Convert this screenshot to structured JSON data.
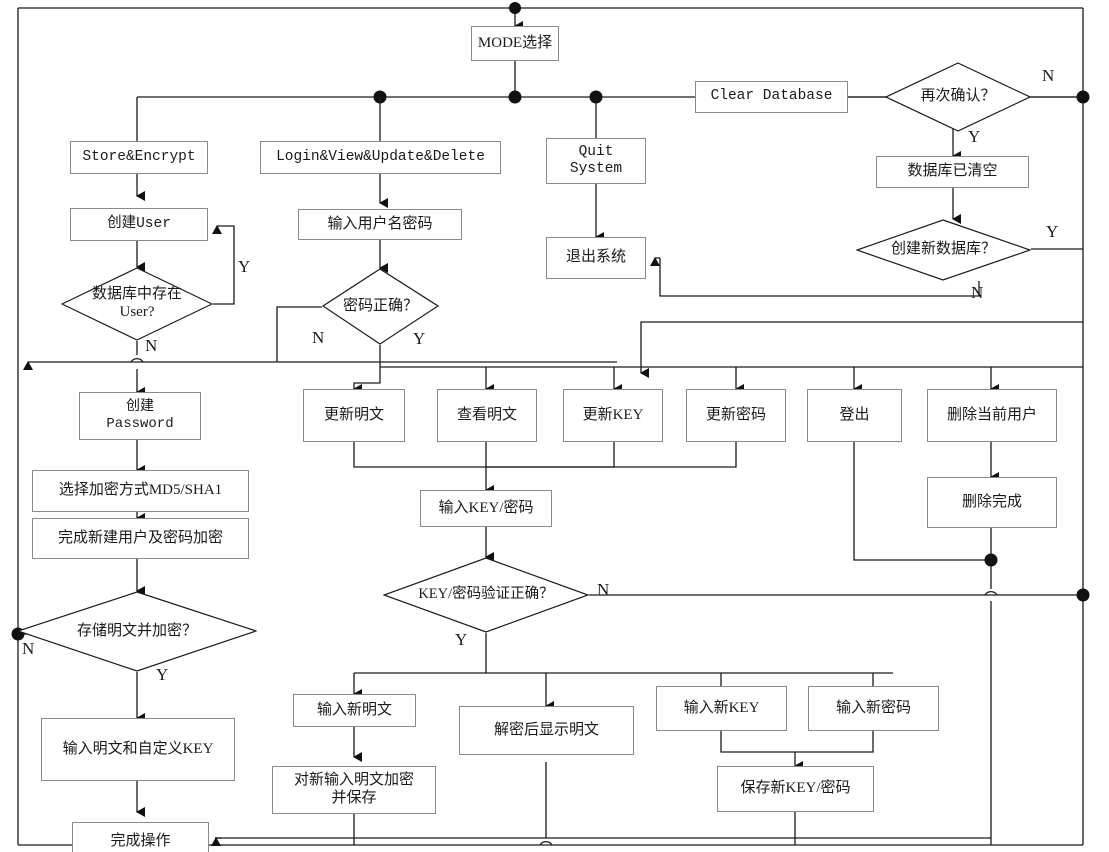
{
  "diagram": {
    "title": "Password Manager System Flowchart",
    "nodes": [
      {
        "id": "mode",
        "label": "MODE选择"
      },
      {
        "id": "clear_db",
        "label": "Clear Database"
      },
      {
        "id": "confirm",
        "label": "再次确认？"
      },
      {
        "id": "db_cleared",
        "label": "数据库已清空"
      },
      {
        "id": "create_newdb",
        "label": "创建新数据库？"
      },
      {
        "id": "store_enc",
        "label": "Store&Encrypt"
      },
      {
        "id": "login_view",
        "label": "Login&View&Update&Delete"
      },
      {
        "id": "quit_system",
        "label": "Quit\nSystem"
      },
      {
        "id": "create_user",
        "label": "创建User"
      },
      {
        "id": "input_userpw",
        "label": "输入用户名密码"
      },
      {
        "id": "exit_system",
        "label": "退出系统"
      },
      {
        "id": "user_exists",
        "label": "数据库中存在\nUser?"
      },
      {
        "id": "pw_correct",
        "label": "密码正确？"
      },
      {
        "id": "create_pw",
        "label": "创建\nPassword"
      },
      {
        "id": "update_plain",
        "label": "更新明文"
      },
      {
        "id": "view_plain",
        "label": "查看明文"
      },
      {
        "id": "update_key",
        "label": "更新KEY"
      },
      {
        "id": "update_pw",
        "label": "更新密码"
      },
      {
        "id": "logout",
        "label": "登出"
      },
      {
        "id": "delete_user",
        "label": "删除当前用户"
      },
      {
        "id": "choose_enc",
        "label": "选择加密方式MD5/SHA1"
      },
      {
        "id": "input_keypw",
        "label": "输入KEY/密码"
      },
      {
        "id": "delete_done",
        "label": "删除完成"
      },
      {
        "id": "finish_newuser",
        "label": "完成新建用户及密码加密"
      },
      {
        "id": "verify_keypw",
        "label": "KEY/密码验证正确？"
      },
      {
        "id": "store_plain_enc",
        "label": "存储明文并加密？"
      },
      {
        "id": "input_newplain",
        "label": "输入新明文"
      },
      {
        "id": "show_plain",
        "label": "解密后显示明文"
      },
      {
        "id": "input_newkey",
        "label": "输入新KEY"
      },
      {
        "id": "input_newpw",
        "label": "输入新密码"
      },
      {
        "id": "input_plain_key",
        "label": "输入明文和自定义KEY"
      },
      {
        "id": "enc_save_new",
        "label": "对新输入明文加密\n并保存"
      },
      {
        "id": "save_newkeypw",
        "label": "保存新KEY/密码"
      },
      {
        "id": "finish_op",
        "label": "完成操作"
      }
    ],
    "edge_labels": [
      {
        "id": "confirm_n",
        "label": "N"
      },
      {
        "id": "confirm_y",
        "label": "Y"
      },
      {
        "id": "newdb_y",
        "label": "Y"
      },
      {
        "id": "newdb_n",
        "label": "N"
      },
      {
        "id": "user_exists_y",
        "label": "Y"
      },
      {
        "id": "user_exists_n",
        "label": "N"
      },
      {
        "id": "pw_correct_n",
        "label": "N"
      },
      {
        "id": "pw_correct_y",
        "label": "Y"
      },
      {
        "id": "verify_n",
        "label": "N"
      },
      {
        "id": "verify_y",
        "label": "Y"
      },
      {
        "id": "store_plain_n",
        "label": "N"
      },
      {
        "id": "store_plain_y",
        "label": "Y"
      }
    ],
    "colors": {
      "box_border": "#8a8a8a",
      "line": "#1a1a1a",
      "text": "#1a1a1a",
      "frame": "#9a9a9a",
      "background": "#ffffff"
    }
  }
}
